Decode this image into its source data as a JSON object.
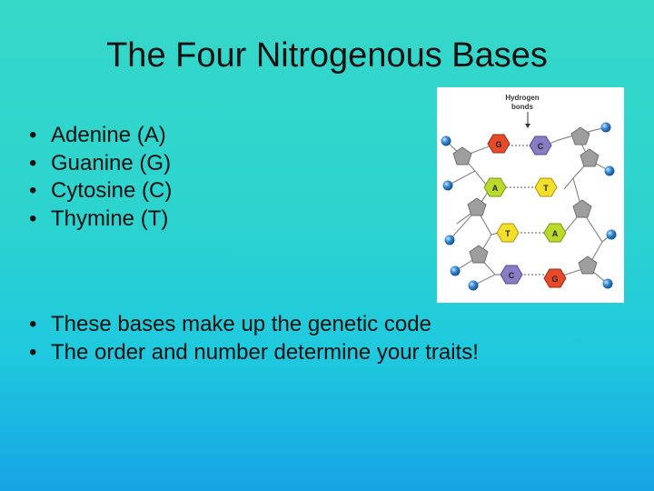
{
  "slide": {
    "title": "The Four Nitrogenous Bases",
    "bases": [
      "Adenine (A)",
      "Guanine (G)",
      "Cytosine (C)",
      "Thymine (T)"
    ],
    "notes": [
      "These bases make up the genetic code",
      "The order and number determine your traits!"
    ]
  },
  "figure": {
    "label_line1": "Hydrogen",
    "label_line2": "bonds",
    "pairs": [
      {
        "left": "G",
        "right": "C"
      },
      {
        "left": "A",
        "right": "T"
      },
      {
        "left": "T",
        "right": "A"
      },
      {
        "left": "C",
        "right": "G"
      }
    ],
    "colors": {
      "A": "#b9d92c",
      "T": "#f3de2c",
      "G": "#e64a2a",
      "C": "#8a7cc4",
      "sugar": "#9e9e9e",
      "phosphate": "#1f6fb8"
    }
  }
}
